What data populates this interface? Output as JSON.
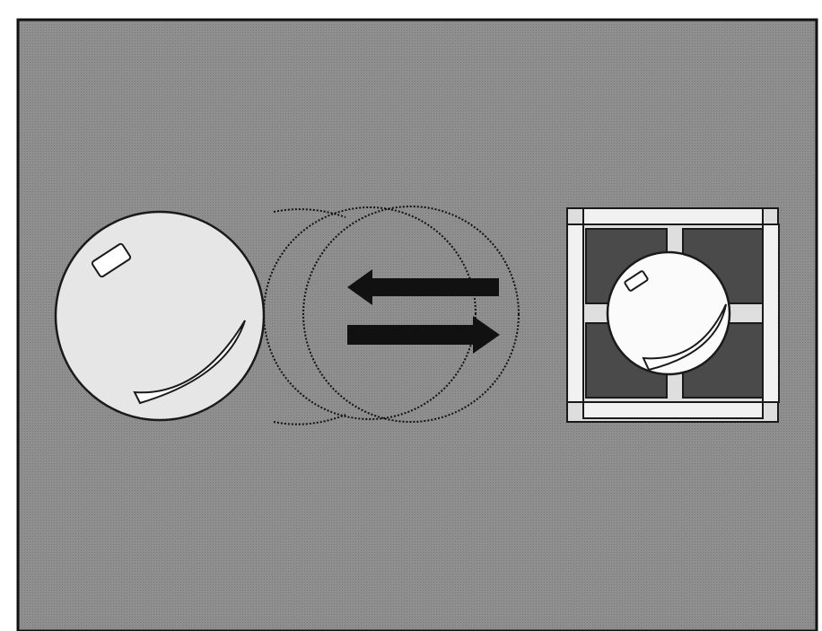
{
  "figure": {
    "colors": {
      "background": "#8a8a8a",
      "border": "#111111",
      "sphere_fill": "#e6e6e6",
      "sphere_small_fill": "#fbfbfb",
      "outline": "#1a1a1a",
      "highlight": "#ffffff",
      "frame_bar": "#dedede",
      "frame_dark": "#4a4a4a",
      "arrow": "#111111"
    },
    "elements": {
      "large_sphere": "large-sphere",
      "dotted_circles": "dotted-circle-pair",
      "arrows": [
        "arrow-left",
        "arrow-right"
      ],
      "small_sphere_in_frame": "small-sphere-in-frame"
    }
  }
}
